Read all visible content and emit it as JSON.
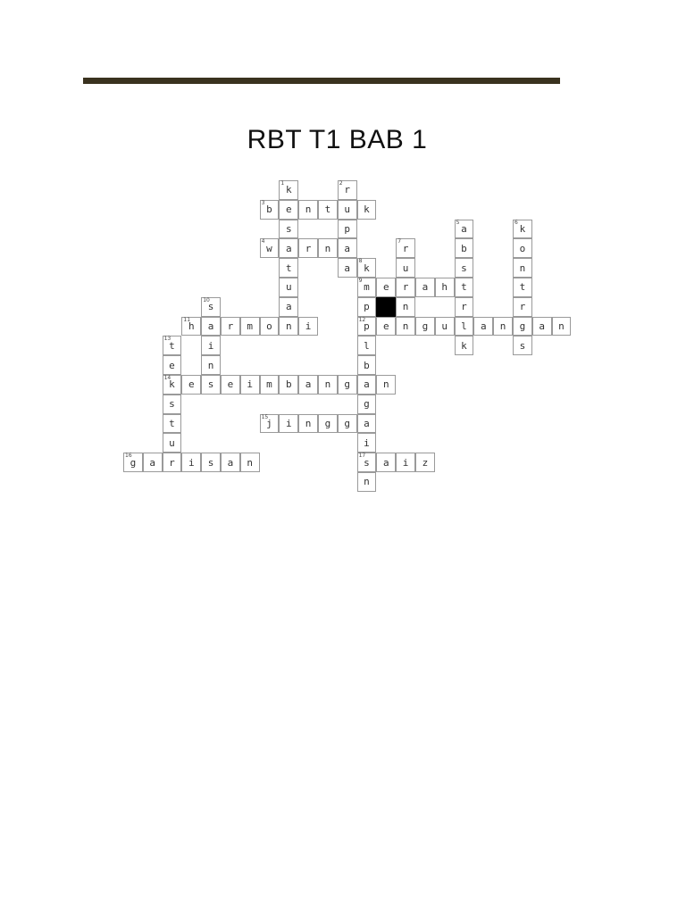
{
  "title": "RBT T1 BAB 1",
  "grid": {
    "rows": [
      {
        "c": 8,
        "t": "k"
      },
      {
        "c": 11,
        "t": "r"
      }
    ],
    "cells": [
      [
        0,
        8,
        "k",
        "1"
      ],
      [
        0,
        11,
        "r",
        "2"
      ],
      [
        1,
        7,
        "b",
        "3"
      ],
      [
        1,
        8,
        "e",
        ""
      ],
      [
        1,
        9,
        "n",
        ""
      ],
      [
        1,
        10,
        "t",
        ""
      ],
      [
        1,
        11,
        "u",
        ""
      ],
      [
        1,
        12,
        "k",
        ""
      ],
      [
        2,
        8,
        "s",
        ""
      ],
      [
        2,
        11,
        "p",
        ""
      ],
      [
        2,
        17,
        "a",
        "5"
      ],
      [
        2,
        20,
        "k",
        "6"
      ],
      [
        3,
        7,
        "w",
        "4"
      ],
      [
        3,
        8,
        "a",
        ""
      ],
      [
        3,
        9,
        "r",
        ""
      ],
      [
        3,
        10,
        "n",
        ""
      ],
      [
        3,
        11,
        "a",
        ""
      ],
      [
        3,
        14,
        "r",
        "7"
      ],
      [
        3,
        17,
        "b",
        ""
      ],
      [
        3,
        20,
        "o",
        ""
      ],
      [
        4,
        8,
        "t",
        ""
      ],
      [
        4,
        11,
        "a",
        ""
      ],
      [
        4,
        12,
        "k",
        "8"
      ],
      [
        4,
        14,
        "u",
        ""
      ],
      [
        4,
        17,
        "s",
        ""
      ],
      [
        4,
        20,
        "n",
        ""
      ],
      [
        5,
        8,
        "u",
        ""
      ],
      [
        5,
        12,
        "m",
        "9"
      ],
      [
        5,
        13,
        "e",
        ""
      ],
      [
        5,
        14,
        "r",
        ""
      ],
      [
        5,
        15,
        "a",
        ""
      ],
      [
        5,
        16,
        "h",
        ""
      ],
      [
        5,
        17,
        "t",
        ""
      ],
      [
        5,
        20,
        "t",
        ""
      ],
      [
        6,
        4,
        "s",
        "10"
      ],
      [
        6,
        8,
        "a",
        ""
      ],
      [
        6,
        12,
        "p",
        ""
      ],
      [
        6,
        13,
        "",
        "",
        "black"
      ],
      [
        6,
        14,
        "n",
        ""
      ],
      [
        6,
        17,
        "r",
        ""
      ],
      [
        6,
        20,
        "r",
        ""
      ],
      [
        7,
        3,
        "h",
        "11"
      ],
      [
        7,
        4,
        "a",
        ""
      ],
      [
        7,
        5,
        "r",
        ""
      ],
      [
        7,
        6,
        "m",
        ""
      ],
      [
        7,
        7,
        "o",
        ""
      ],
      [
        7,
        8,
        "n",
        ""
      ],
      [
        7,
        9,
        "i",
        ""
      ],
      [
        7,
        12,
        "p",
        "12"
      ],
      [
        7,
        13,
        "e",
        ""
      ],
      [
        7,
        14,
        "n",
        ""
      ],
      [
        7,
        15,
        "g",
        ""
      ],
      [
        7,
        16,
        "u",
        ""
      ],
      [
        7,
        17,
        "l",
        ""
      ],
      [
        7,
        18,
        "a",
        ""
      ],
      [
        7,
        19,
        "n",
        ""
      ],
      [
        7,
        20,
        "g",
        ""
      ],
      [
        7,
        21,
        "a",
        ""
      ],
      [
        7,
        22,
        "n",
        ""
      ],
      [
        8,
        2,
        "t",
        "13"
      ],
      [
        8,
        4,
        "i",
        ""
      ],
      [
        8,
        12,
        "l",
        ""
      ],
      [
        8,
        17,
        "k",
        ""
      ],
      [
        8,
        20,
        "s",
        ""
      ],
      [
        9,
        2,
        "e",
        ""
      ],
      [
        9,
        4,
        "n",
        ""
      ],
      [
        9,
        12,
        "b",
        ""
      ],
      [
        10,
        2,
        "k",
        "14"
      ],
      [
        10,
        3,
        "e",
        ""
      ],
      [
        10,
        4,
        "s",
        ""
      ],
      [
        10,
        5,
        "e",
        ""
      ],
      [
        10,
        6,
        "i",
        ""
      ],
      [
        10,
        7,
        "m",
        ""
      ],
      [
        10,
        8,
        "b",
        ""
      ],
      [
        10,
        9,
        "a",
        ""
      ],
      [
        10,
        10,
        "n",
        ""
      ],
      [
        10,
        11,
        "g",
        ""
      ],
      [
        10,
        12,
        "a",
        ""
      ],
      [
        10,
        13,
        "n",
        ""
      ],
      [
        11,
        2,
        "s",
        ""
      ],
      [
        11,
        12,
        "g",
        ""
      ],
      [
        12,
        2,
        "t",
        ""
      ],
      [
        12,
        7,
        "j",
        "15"
      ],
      [
        12,
        8,
        "i",
        ""
      ],
      [
        12,
        9,
        "n",
        ""
      ],
      [
        12,
        10,
        "g",
        ""
      ],
      [
        12,
        11,
        "g",
        ""
      ],
      [
        12,
        12,
        "a",
        ""
      ],
      [
        13,
        2,
        "u",
        ""
      ],
      [
        13,
        12,
        "i",
        ""
      ],
      [
        14,
        0,
        "g",
        "16"
      ],
      [
        14,
        1,
        "a",
        ""
      ],
      [
        14,
        2,
        "r",
        ""
      ],
      [
        14,
        3,
        "i",
        ""
      ],
      [
        14,
        4,
        "s",
        ""
      ],
      [
        14,
        5,
        "a",
        ""
      ],
      [
        14,
        6,
        "n",
        ""
      ],
      [
        14,
        12,
        "s",
        "17"
      ],
      [
        14,
        13,
        "a",
        ""
      ],
      [
        14,
        14,
        "i",
        ""
      ],
      [
        14,
        15,
        "z",
        ""
      ],
      [
        15,
        12,
        "n",
        ""
      ]
    ]
  }
}
